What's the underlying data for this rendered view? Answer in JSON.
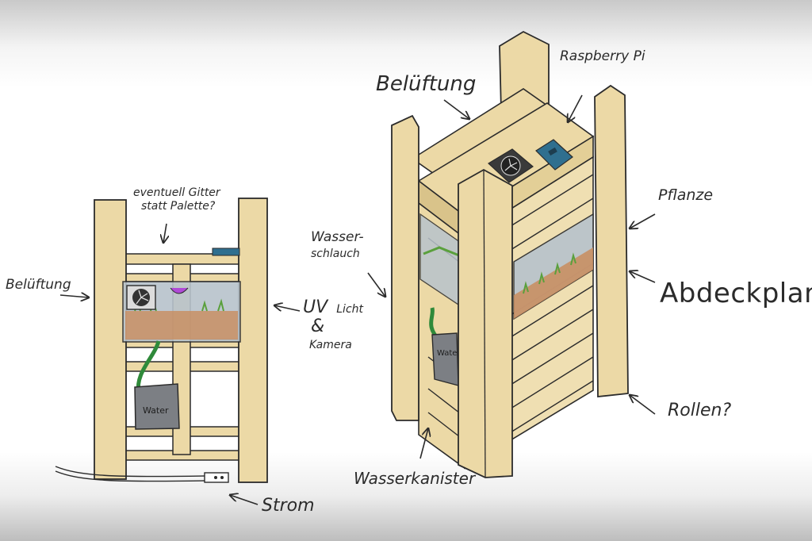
{
  "labels": {
    "left_belueftung": "Belüftung",
    "gitter_line1": "eventuell Gitter",
    "gitter_line2": "statt Palette?",
    "uv_line1": "UV",
    "uv_line2": "Licht",
    "uv_line3": "&",
    "uv_line4": "Kamera",
    "strom": "Strom",
    "water_left": "Water",
    "right_belueftung": "Belüftung",
    "raspberry": "Raspberry Pi",
    "pflanze": "Pflanze",
    "abdeckplane": "Abdeckplane",
    "wasserschlauch_line1": "Wasser-",
    "wasserschlauch_line2": "schlauch",
    "rollen": "Rollen?",
    "wasserkanister": "Wasserkanister",
    "water_right": "Water"
  },
  "colors": {
    "wood": "#ecd9a6",
    "wood_dark": "#d9c38a",
    "ink": "#2b2b2b",
    "hose": "#2f8a3a",
    "canister": "#7c7f84",
    "glass": "#b8c3cc",
    "plant": "#5aa03c",
    "uv": "#b04ad6",
    "pi": "#2f6f8f"
  }
}
